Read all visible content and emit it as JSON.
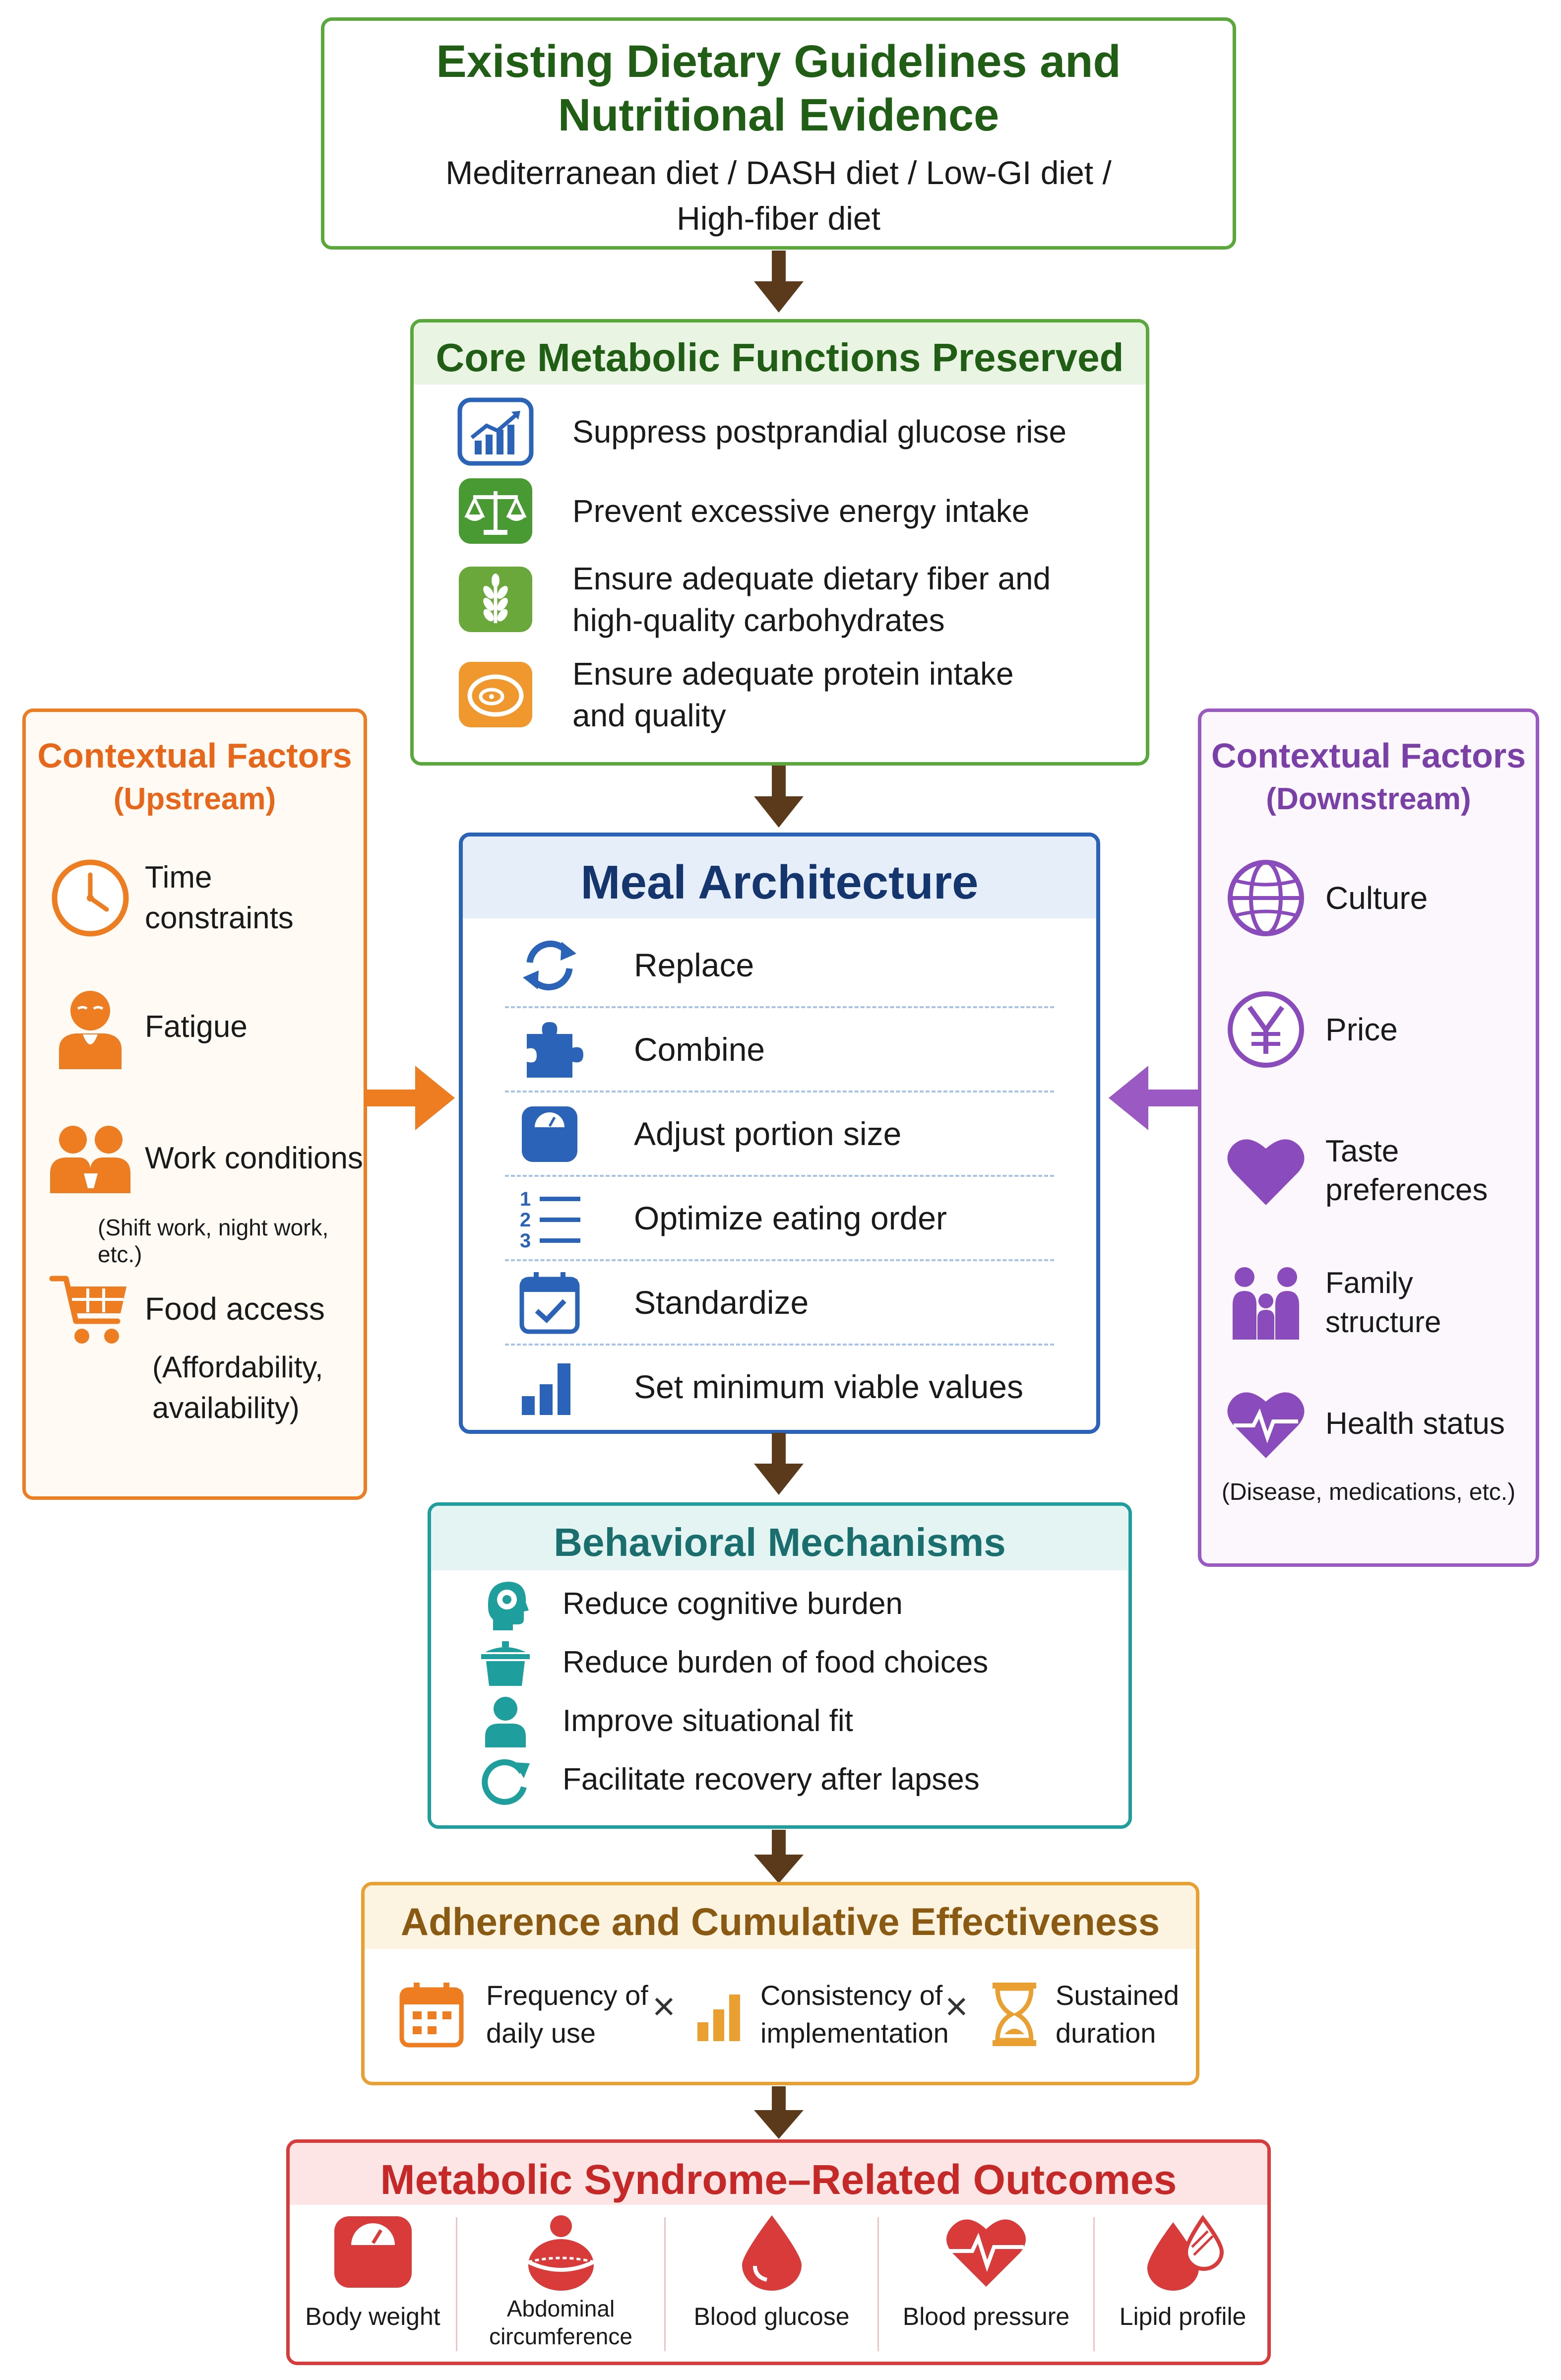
{
  "guidelines": {
    "title_line1": "Existing Dietary Guidelines and",
    "title_line2": "Nutritional Evidence",
    "subtitle_line1": "Mediterranean diet / DASH diet / Low-GI diet /",
    "subtitle_line2": "High-fiber diet"
  },
  "core": {
    "title": "Core Metabolic Functions Preserved",
    "items": [
      {
        "icon": "chart-up-icon",
        "line1": "Suppress postprandial glucose rise",
        "line2": ""
      },
      {
        "icon": "balance-scale-icon",
        "line1": "Prevent excessive energy intake",
        "line2": ""
      },
      {
        "icon": "wheat-icon",
        "line1": "Ensure adequate dietary fiber and",
        "line2": "high-quality carbohydrates"
      },
      {
        "icon": "meat-icon",
        "line1": "Ensure adequate protein intake",
        "line2": "and quality"
      }
    ]
  },
  "upstream": {
    "title": "Contextual Factors",
    "subtitle": "(Upstream)",
    "items": [
      {
        "icon": "clock-icon",
        "label": "Time constraints",
        "note": ""
      },
      {
        "icon": "tired-person-icon",
        "label": "Fatigue",
        "note": ""
      },
      {
        "icon": "workers-icon",
        "label": "Work conditions",
        "note": "(Shift work, night work, etc.)"
      },
      {
        "icon": "shopping-cart-icon",
        "label": "Food access",
        "note1": "(Affordability,",
        "note2": "availability)"
      }
    ]
  },
  "meal": {
    "title": "Meal Architecture",
    "items": [
      {
        "icon": "refresh-icon",
        "label": "Replace"
      },
      {
        "icon": "puzzle-icon",
        "label": "Combine"
      },
      {
        "icon": "scale-icon",
        "label": "Adjust portion size"
      },
      {
        "icon": "numbered-list-icon",
        "label": "Optimize eating order"
      },
      {
        "icon": "calendar-check-icon",
        "label": "Standardize"
      },
      {
        "icon": "bar-chart-icon",
        "label": "Set minimum viable values"
      }
    ]
  },
  "downstream": {
    "title": "Contextual Factors",
    "subtitle": "(Downstream)",
    "items": [
      {
        "icon": "globe-icon",
        "label": "Culture"
      },
      {
        "icon": "yen-icon",
        "label": "Price"
      },
      {
        "icon": "heart-icon",
        "label1": "Taste",
        "label2": "preferences"
      },
      {
        "icon": "family-icon",
        "label": "Family structure"
      },
      {
        "icon": "heartbeat-icon",
        "label": "Health status",
        "note": "(Disease, medications, etc.)"
      }
    ]
  },
  "behavioral": {
    "title": "Behavioral Mechanisms",
    "items": [
      {
        "icon": "head-brain-icon",
        "label": "Reduce cognitive burden"
      },
      {
        "icon": "pot-icon",
        "label": "Reduce burden of food choices"
      },
      {
        "icon": "person-icon",
        "label": "Improve situational fit"
      },
      {
        "icon": "recovery-icon",
        "label": "Facilitate recovery after lapses"
      }
    ]
  },
  "adherence": {
    "title": "Adherence and Cumulative Effectiveness",
    "operator": "×",
    "items": [
      {
        "icon": "calendar-icon",
        "line1": "Frequency of",
        "line2": "daily use"
      },
      {
        "icon": "bar-chart-icon",
        "line1": "Consistency of",
        "line2": "implementation"
      },
      {
        "icon": "hourglass-icon",
        "line1": "Sustained",
        "line2": "duration"
      }
    ]
  },
  "outcomes": {
    "title": "Metabolic Syndrome–Related Outcomes",
    "items": [
      {
        "icon": "weight-scale-icon",
        "line1": "Body weight",
        "line2": ""
      },
      {
        "icon": "abdomen-icon",
        "line1": "Abdominal",
        "line2": "circumference"
      },
      {
        "icon": "blood-drop-icon",
        "line1": "Blood glucose",
        "line2": ""
      },
      {
        "icon": "heart-pulse-icon",
        "line1": "Blood pressure",
        "line2": ""
      },
      {
        "icon": "lipid-drops-icon",
        "line1": "Lipid profile",
        "line2": ""
      }
    ]
  },
  "colors": {
    "green": "#4a9a34",
    "darkgreen": "#1f5e14",
    "orange": "#ee7d22",
    "purple": "#9b59c4",
    "blue": "#2a63b8",
    "navy": "#14356e",
    "teal": "#1f9e9e",
    "amber": "#e9a030",
    "red": "#d93b3b",
    "arrow": "#5a3a1a"
  }
}
